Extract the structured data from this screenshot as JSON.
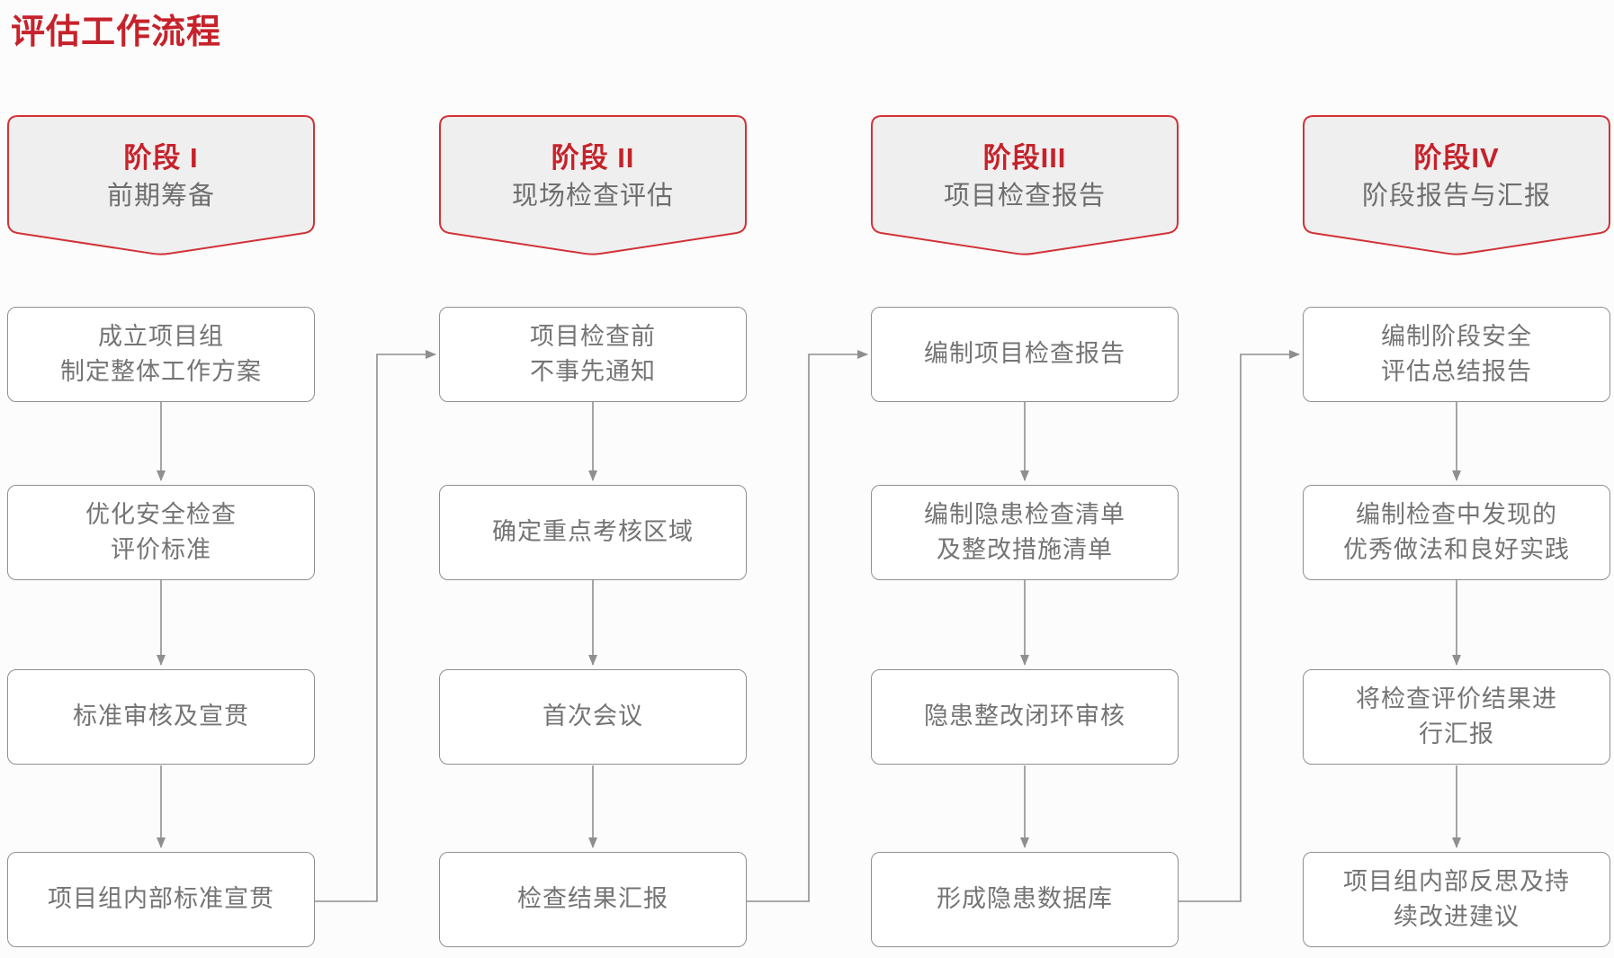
{
  "page": {
    "title": "评估工作流程"
  },
  "colors": {
    "accent_red": "#c6222b",
    "banner_border": "#d13238",
    "banner_fill": "#efefef",
    "box_border": "#8f8f8f",
    "box_text": "#747474",
    "connector": "#8f8f8f"
  },
  "phases": [
    {
      "label": "阶段 I",
      "subtitle": "前期筹备",
      "steps": [
        "成立项目组\n制定整体工作方案",
        "优化安全检查\n评价标准",
        "标准审核及宣贯",
        "项目组内部标准宣贯"
      ]
    },
    {
      "label": "阶段 II",
      "subtitle": "现场检查评估",
      "steps": [
        "项目检查前\n不事先通知",
        "确定重点考核区域",
        "首次会议",
        "检查结果汇报"
      ]
    },
    {
      "label": "阶段III",
      "subtitle": "项目检查报告",
      "steps": [
        "编制项目检查报告",
        "编制隐患检查清单\n及整改措施清单",
        "隐患整改闭环审核",
        "形成隐患数据库"
      ]
    },
    {
      "label": "阶段IV",
      "subtitle": "阶段报告与汇报",
      "steps": [
        "编制阶段安全\n评估总结报告",
        "编制检查中发现的\n优秀做法和良好实践",
        "将检查评价结果进\n行汇报",
        "项目组内部反思及持\n续改进建议"
      ]
    }
  ]
}
